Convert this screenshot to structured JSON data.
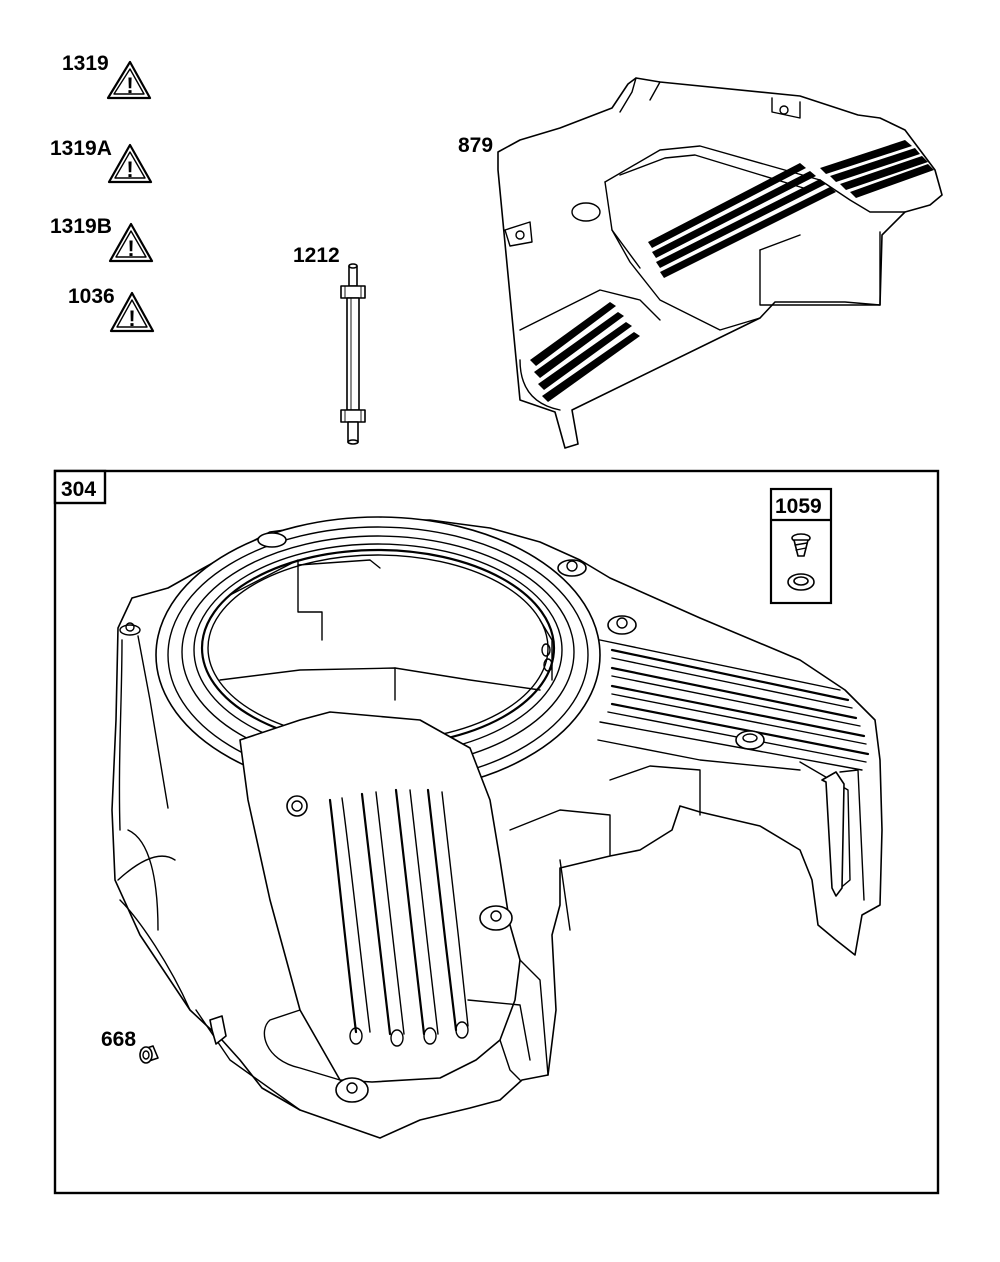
{
  "warnings": [
    {
      "label": "1319",
      "icon": "warning-triangle-icon"
    },
    {
      "label": "1319A",
      "icon": "warning-triangle-icon"
    },
    {
      "label": "1319B",
      "icon": "warning-triangle-icon"
    },
    {
      "label": "1036",
      "icon": "warning-triangle-icon"
    }
  ],
  "parts": {
    "stud": {
      "label": "1212"
    },
    "shroud_cover": {
      "label": "879"
    },
    "blower_housing": {
      "label": "304"
    },
    "screw_kit": {
      "label": "1059"
    },
    "bushing": {
      "label": "668"
    }
  },
  "warning_glyph": "!"
}
